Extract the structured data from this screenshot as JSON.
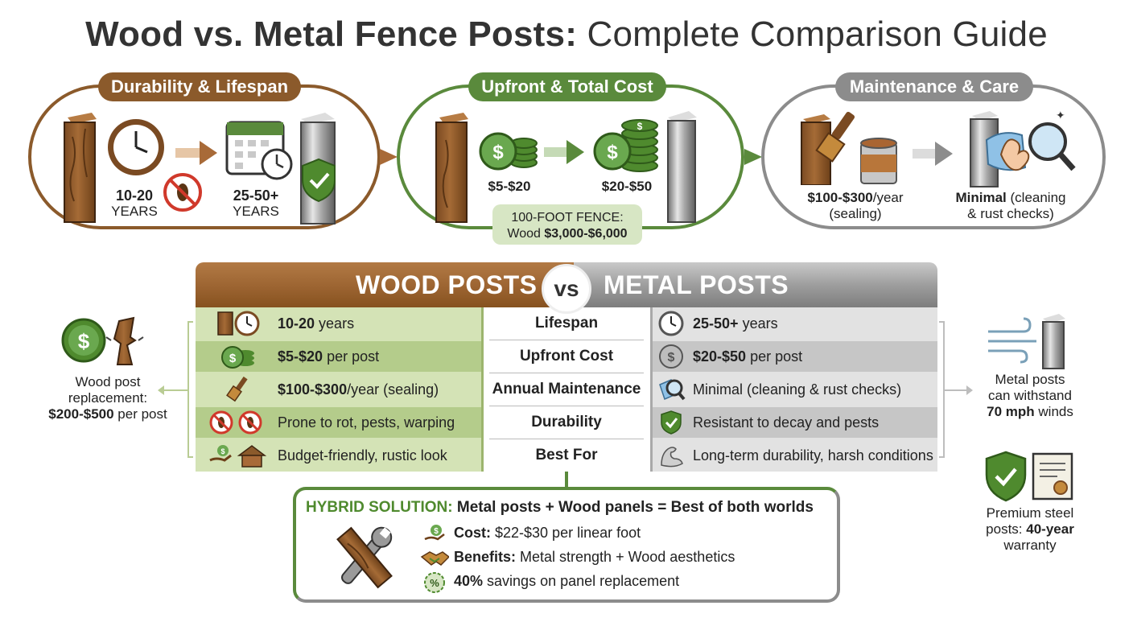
{
  "title": {
    "bold": "Wood vs. Metal Fence Posts:",
    "light": "Complete Comparison Guide"
  },
  "sections": {
    "durability": {
      "label": "Durability & Lifespan",
      "wood_years": "10-20",
      "wood_years_unit": "YEARS",
      "metal_years": "25-50+",
      "metal_years_unit": "YEARS"
    },
    "cost": {
      "label": "Upfront & Total Cost",
      "wood_price": "$5-$20",
      "metal_price": "$20-$50",
      "fence_note_line1": "100-FOOT FENCE:",
      "fence_note_line2_prefix": "Wood ",
      "fence_note_line2_value": "$3,000-$6,000"
    },
    "maintenance": {
      "label": "Maintenance & Care",
      "wood_value": "$100-$300",
      "wood_suffix": "/year",
      "wood_note": "(sealing)",
      "metal_value": "Minimal",
      "metal_rest1": " (cleaning",
      "metal_rest2": "& rust checks)"
    }
  },
  "comparison": {
    "wood_header": "WOOD POSTS",
    "vs": "vs",
    "metal_header": "METAL POSTS",
    "rows": [
      {
        "label": "Lifespan",
        "wood_bold": "10-20",
        "wood_rest": "years",
        "metal_bold": "25-50+",
        "metal_rest": "years"
      },
      {
        "label": "Upfront Cost",
        "wood_bold": "$5-$20",
        "wood_rest": "per post",
        "metal_bold": "$20-$50",
        "metal_rest": "per post"
      },
      {
        "label": "Annual Maintenance",
        "wood_bold": "$100-$300",
        "wood_rest": "/year (sealing)",
        "metal_bold": "",
        "metal_rest": "Minimal (cleaning & rust checks)"
      },
      {
        "label": "Durability",
        "wood_bold": "",
        "wood_rest": "Prone to rot, pests, warping",
        "metal_bold": "",
        "metal_rest": "Resistant to decay and pests"
      },
      {
        "label": "Best For",
        "wood_bold": "",
        "wood_rest": "Budget-friendly, rustic look",
        "metal_bold": "",
        "metal_rest": "Long-term durability, harsh conditions"
      }
    ]
  },
  "side_left": {
    "line1": "Wood post",
    "line2": "replacement:",
    "value": "$200-$500",
    "rest": " per post"
  },
  "side_right_top": {
    "line1": "Metal posts",
    "line2": "can withstand",
    "value": "70 mph",
    "rest": " winds"
  },
  "side_right_bottom": {
    "line1": "Premium steel",
    "line2_prefix": "posts: ",
    "value": "40-year",
    "line3": "warranty"
  },
  "hybrid": {
    "title_green": "HYBRID SOLUTION:",
    "title_rest": " Metal posts + Wood panels = Best of both worlds",
    "cost_label": "Cost:",
    "cost_value": " $22-$30 per linear foot",
    "benefits_label": "Benefits:",
    "benefits_value": " Metal strength + Wood aesthetics",
    "savings_bold": "40%",
    "savings_rest": " savings on panel replacement"
  },
  "colors": {
    "wood": "#8b5a2b",
    "green": "#5a8a3c",
    "gray": "#8c8c8c"
  }
}
